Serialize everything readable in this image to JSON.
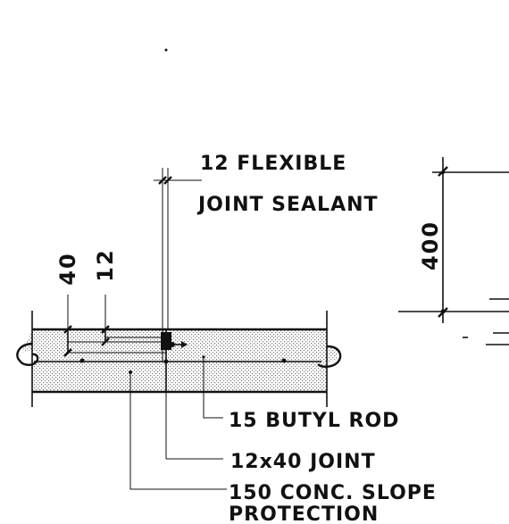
{
  "labels": {
    "sealant_line1": "12 FLEXIBLE",
    "sealant_line2": "JOINT SEALANT",
    "butyl_rod": "15 BUTYL ROD",
    "joint": "12x40 JOINT",
    "slope_line1": "150 CONC. SLOPE",
    "slope_line2": "PROTECTION"
  },
  "dimensions": {
    "joint_depth": "40",
    "sealant_width": "12",
    "height": "400"
  }
}
